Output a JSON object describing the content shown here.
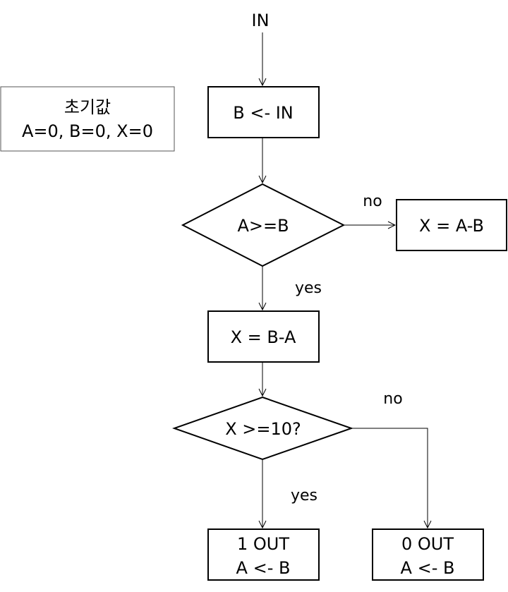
{
  "input": {
    "label": "IN"
  },
  "init": {
    "title": "초기값",
    "values": "A=0, B=0, X=0"
  },
  "assign_b": {
    "label": "B <- IN"
  },
  "decision_1": {
    "label": "A>=B",
    "no": "no",
    "yes": "yes"
  },
  "x_a_minus_b": {
    "label": "X = A-B"
  },
  "x_b_minus_a": {
    "label": "X = B-A"
  },
  "decision_2": {
    "label": "X >=10?",
    "no": "no",
    "yes": "yes"
  },
  "out_1": {
    "line1": "1 OUT",
    "line2": "A <- B"
  },
  "out_0": {
    "line1": "0 OUT",
    "line2": "A <- B"
  }
}
